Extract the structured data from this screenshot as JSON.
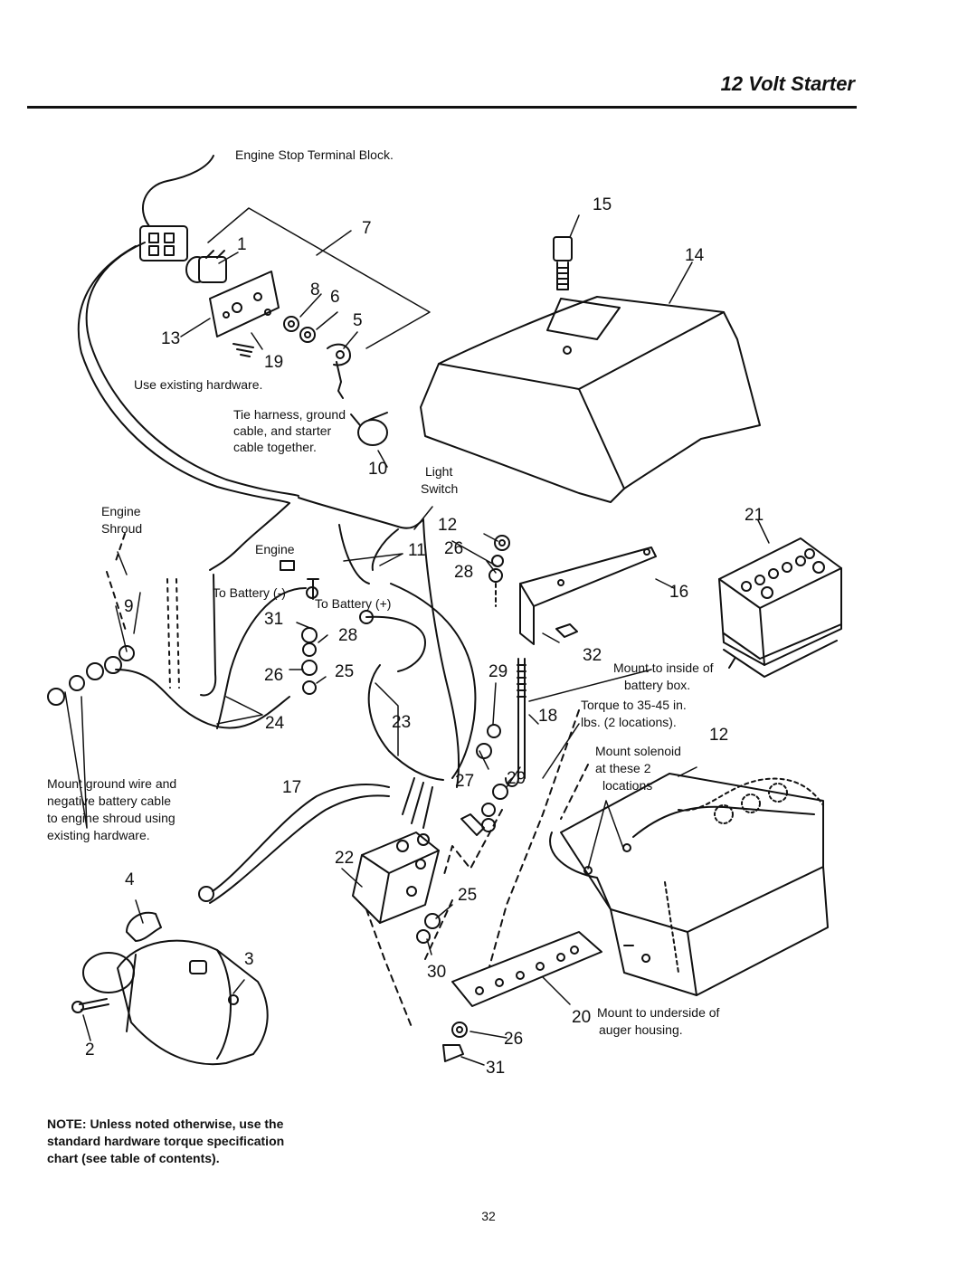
{
  "header": {
    "title": "12 Volt Starter"
  },
  "labels": {
    "engine_stop_block": "Engine Stop Terminal Block.",
    "use_existing_hardware": "Use existing hardware.",
    "tie_harness_1": "Tie harness, ground",
    "tie_harness_2": "cable, and starter",
    "tie_harness_3": "cable together.",
    "light": "Light",
    "switch": "Switch",
    "engine_shroud_1": "Engine",
    "engine_shroud_2": "Shroud",
    "engine": "Engine",
    "to_battery_neg": "To Battery (-)",
    "to_battery_pos": "To Battery (+)",
    "mount_inside_1": "Mount to inside of",
    "mount_inside_2": "battery box.",
    "torque_1": "Torque to 35-45 in.",
    "torque_2": "lbs. (2 locations).",
    "mount_solenoid_1": "Mount solenoid",
    "mount_solenoid_2": "at these 2",
    "mount_solenoid_3": "locations",
    "mount_ground_1": "Mount ground wire and",
    "mount_ground_2": "negative battery cable",
    "mount_ground_3": "to engine shroud using",
    "mount_ground_4": "existing hardware.",
    "mount_underside_1": "Mount to underside of",
    "mount_underside_2": "auger housing."
  },
  "callouts": {
    "c1": "1",
    "c2": "2",
    "c3": "3",
    "c4": "4",
    "c5": "5",
    "c6": "6",
    "c7": "7",
    "c8": "8",
    "c9": "9",
    "c10": "10",
    "c11": "11",
    "c12a": "12",
    "c12b": "12",
    "c13": "13",
    "c14": "14",
    "c15": "15",
    "c16": "16",
    "c17": "17",
    "c18": "18",
    "c19": "19",
    "c20": "20",
    "c21": "21",
    "c22": "22",
    "c23": "23",
    "c24": "24",
    "c25a": "25",
    "c25b": "25",
    "c26a": "26",
    "c26b": "26",
    "c26c": "26",
    "c27": "27",
    "c28a": "28",
    "c28b": "28",
    "c29a": "29",
    "c29b": "29",
    "c30": "30",
    "c31a": "31",
    "c31b": "31",
    "c32": "32"
  },
  "note": "NOTE: Unless noted otherwise, use the standard hardware torque specification chart (see table of contents).",
  "page_number": "32"
}
